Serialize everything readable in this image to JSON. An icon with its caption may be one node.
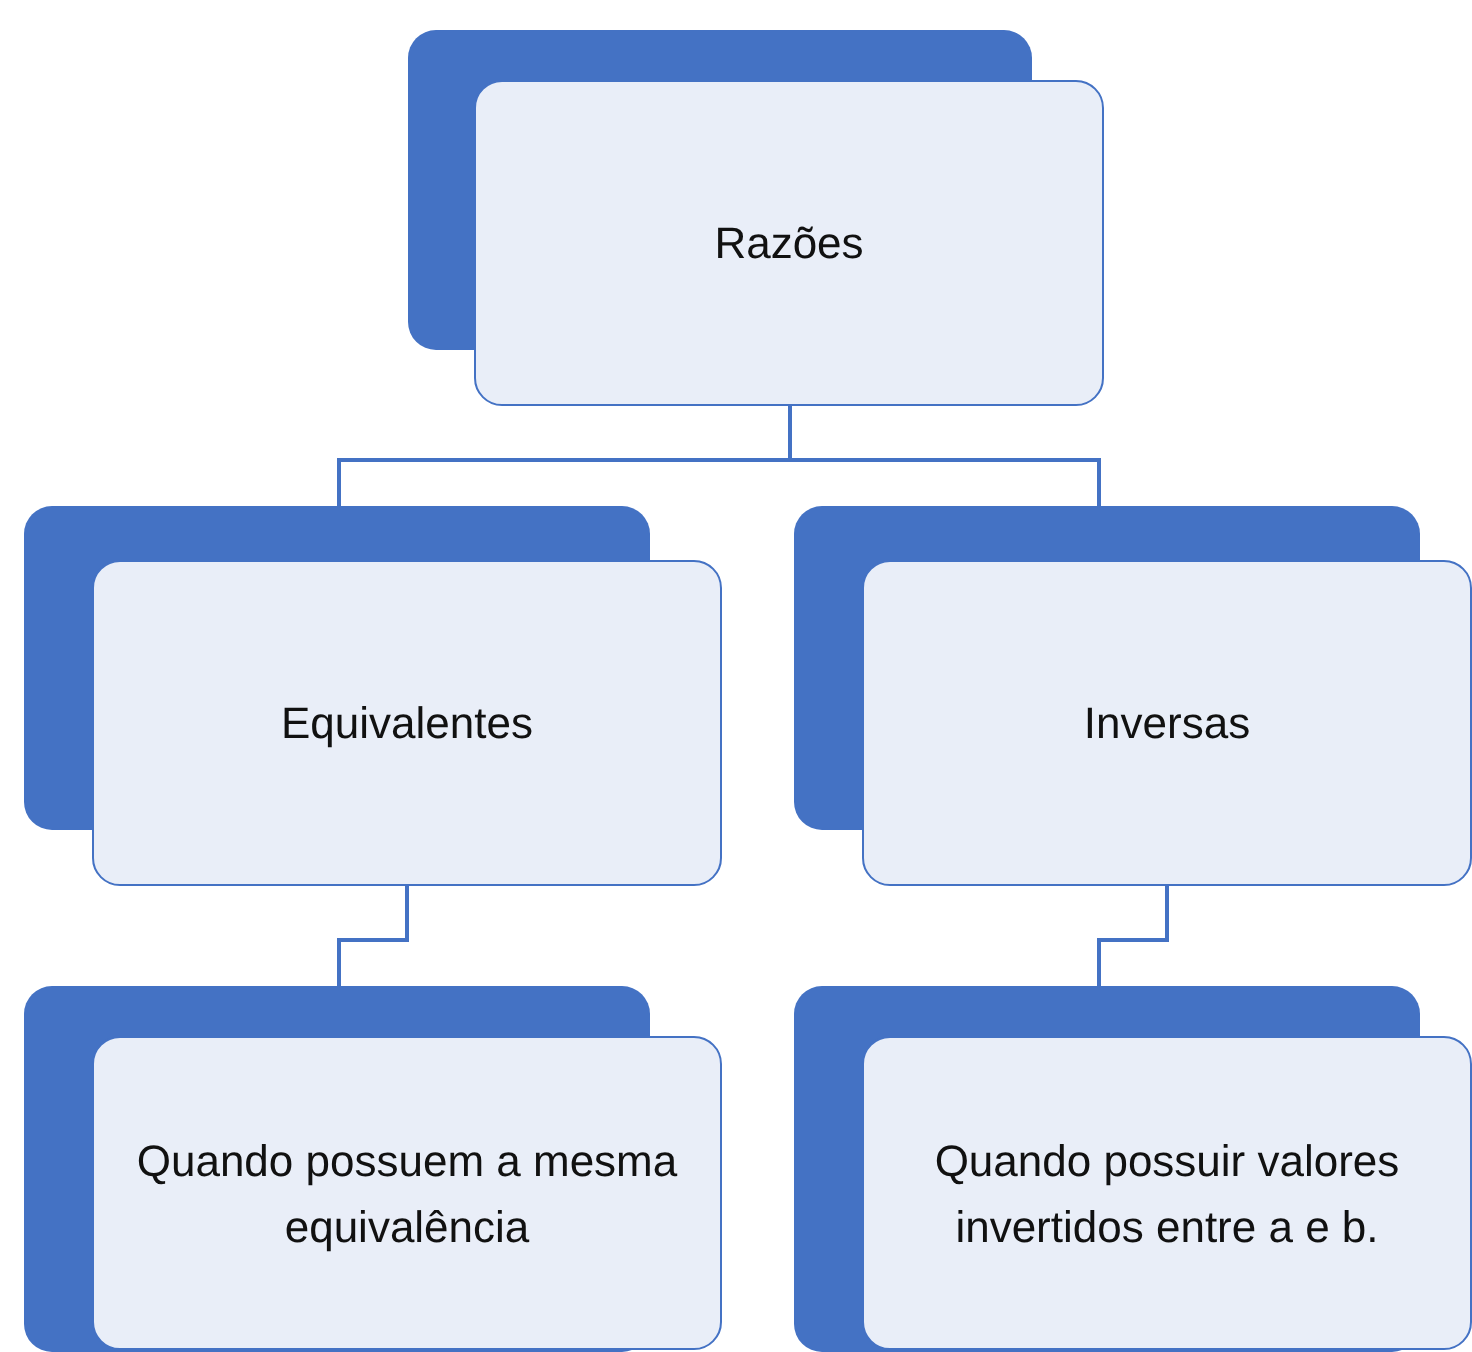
{
  "diagram": {
    "nodes": [
      {
        "text": [
          "Razões"
        ]
      },
      {
        "text": [
          "Equivalentes"
        ]
      },
      {
        "text": [
          "Inversas"
        ]
      },
      {
        "text": [
          "Quando possuem a mesma equivalência"
        ]
      },
      {
        "text": [
          "Quando possuir valores invertidos entre a e b."
        ]
      }
    ],
    "edges": [
      {
        "from": 0,
        "to": 1,
        "arrow": "none"
      },
      {
        "from": 0,
        "to": 2,
        "arrow": "none"
      },
      {
        "from": 1,
        "to": 3,
        "arrow": "none"
      },
      {
        "from": 2,
        "to": 4,
        "arrow": "none"
      }
    ]
  }
}
